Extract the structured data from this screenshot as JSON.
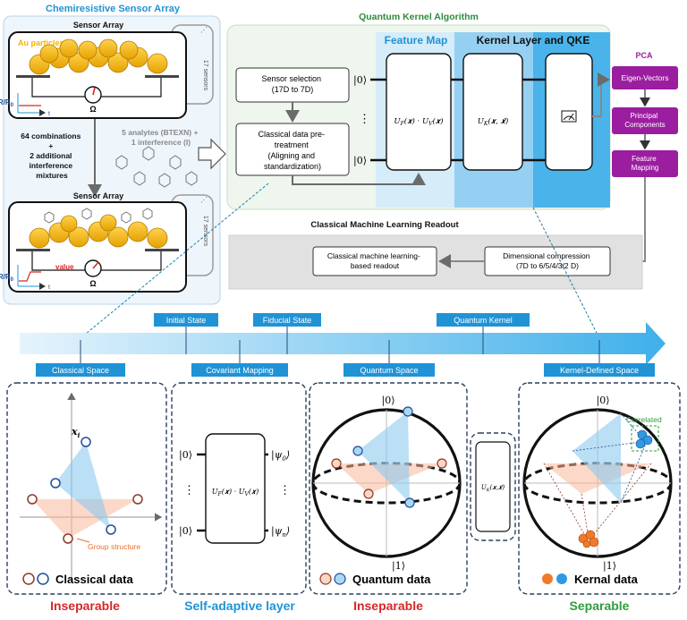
{
  "sensor_panel": {
    "title": "Chemiresistive Sensor Array",
    "array_label": "Sensor Array",
    "au_label": "Au particles",
    "sensors_label": "17 sensors",
    "delta_r": "ΔR/R",
    "delta_r_sub": "0",
    "t_label": "t",
    "ohm": "Ω",
    "value_label": "value",
    "combinations_line1": "64 combinations",
    "combinations_plus": "+",
    "combinations_line2": "2 additional",
    "combinations_line3": "interference",
    "combinations_line4": "mixtures",
    "analytes_line1": "5 analytes (BTEXN) +",
    "analytes_line2": "1 interference (I)"
  },
  "qka": {
    "title": "Quantum Kernel Algorithm",
    "feature_map": "Feature Map",
    "kernel_layer": "Kernel Layer and QKE",
    "sensor_selection_1": "Sensor selection",
    "sensor_selection_2": "(17D to 7D)",
    "pretreat_1": "Classical data pre-",
    "pretreat_2": "treatment",
    "pretreat_3": "(Aligning and",
    "pretreat_4": "standardization)",
    "ket0": "|0⟩",
    "dots": "⋮",
    "uf_gate": "U_F(x) · U_V^λ(x)",
    "uk_gate": "U_K(x, x̃)"
  },
  "pca": {
    "title": "PCA",
    "eigen": "Eigen-Vectors",
    "pc_1": "Principal",
    "pc_2": "Components",
    "fm_1": "Feature",
    "fm_2": "Mapping"
  },
  "cml": {
    "title": "Classical Machine Learning Readout",
    "readout_1": "Classical machine learning-",
    "readout_2": "based readout",
    "dim_1": "Dimensional compression",
    "dim_2": "(7D to 6/5/4/3/2 D)"
  },
  "timeline": {
    "top_labels": [
      "Initial State",
      "Fiducial State",
      "Quantum Kernel"
    ],
    "bottom_labels": [
      "Classical Space",
      "Covariant Mapping",
      "Quantum Space",
      "Kernel-Defined Space"
    ]
  },
  "panels": {
    "xi": "x",
    "xi_sub": "i",
    "group_structure": "Group structure",
    "classical_data": "Classical data",
    "psi0": "|ψ",
    "psi0_sub": "0",
    "psin_sub": "n",
    "quantum_data": "Quantum data",
    "bloch_top": "|0⟩",
    "bloch_bottom": "|1⟩",
    "correlated": "Correlated",
    "kernal_data": "Kernal data"
  },
  "footer": {
    "labels": [
      "Inseparable",
      "Self-adaptive layer",
      "Inseparable",
      "Separable"
    ],
    "colors": [
      "#d62828",
      "#1f93d6",
      "#d62828",
      "#2e9e3e"
    ]
  },
  "colors": {
    "sensor_title": "#1f93d6",
    "qka_title": "#2e8b3a",
    "purple": "#9b1ea0",
    "blue_band": "#55b7ec",
    "gold": "#f4b400"
  }
}
